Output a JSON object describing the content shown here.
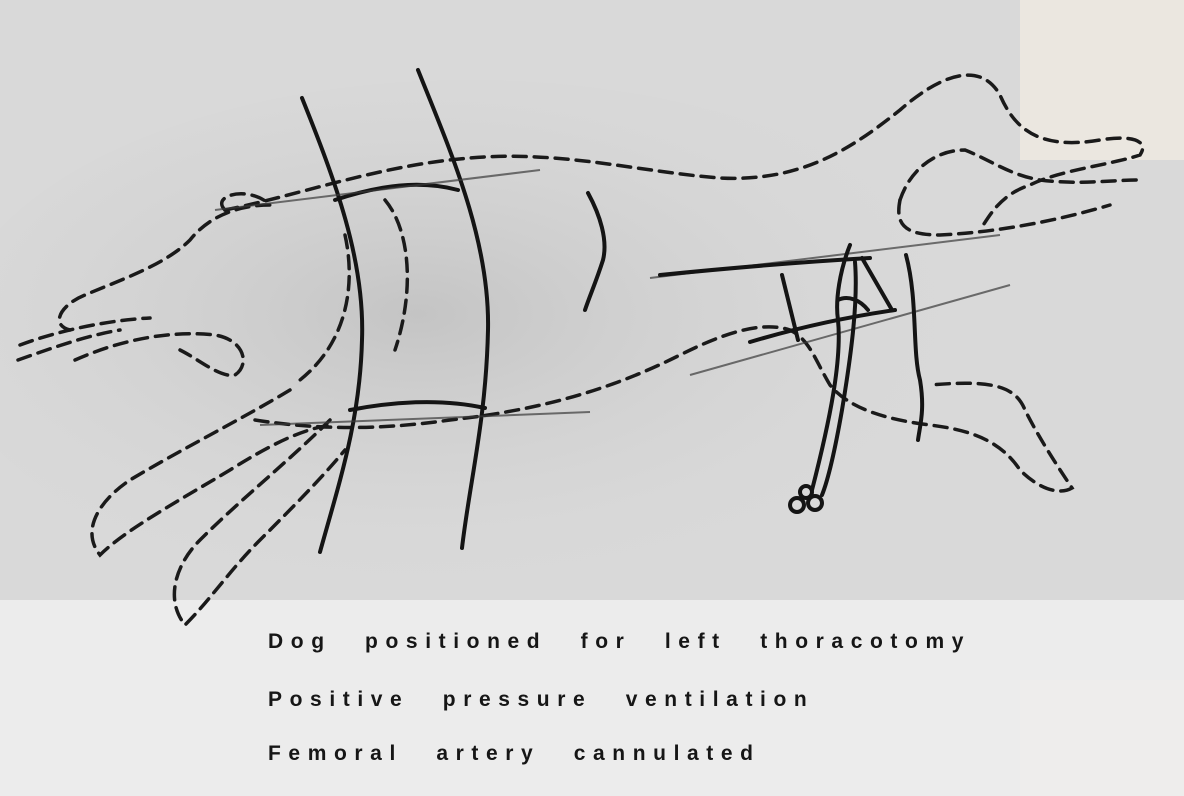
{
  "caption": {
    "line1": "Dog positioned for left thoracotomy",
    "line2": "Positive pressure ventilation",
    "line3": "Femoral artery cannulated"
  },
  "colors": {
    "ink": "#161616",
    "paper": "#d8d8d8"
  }
}
